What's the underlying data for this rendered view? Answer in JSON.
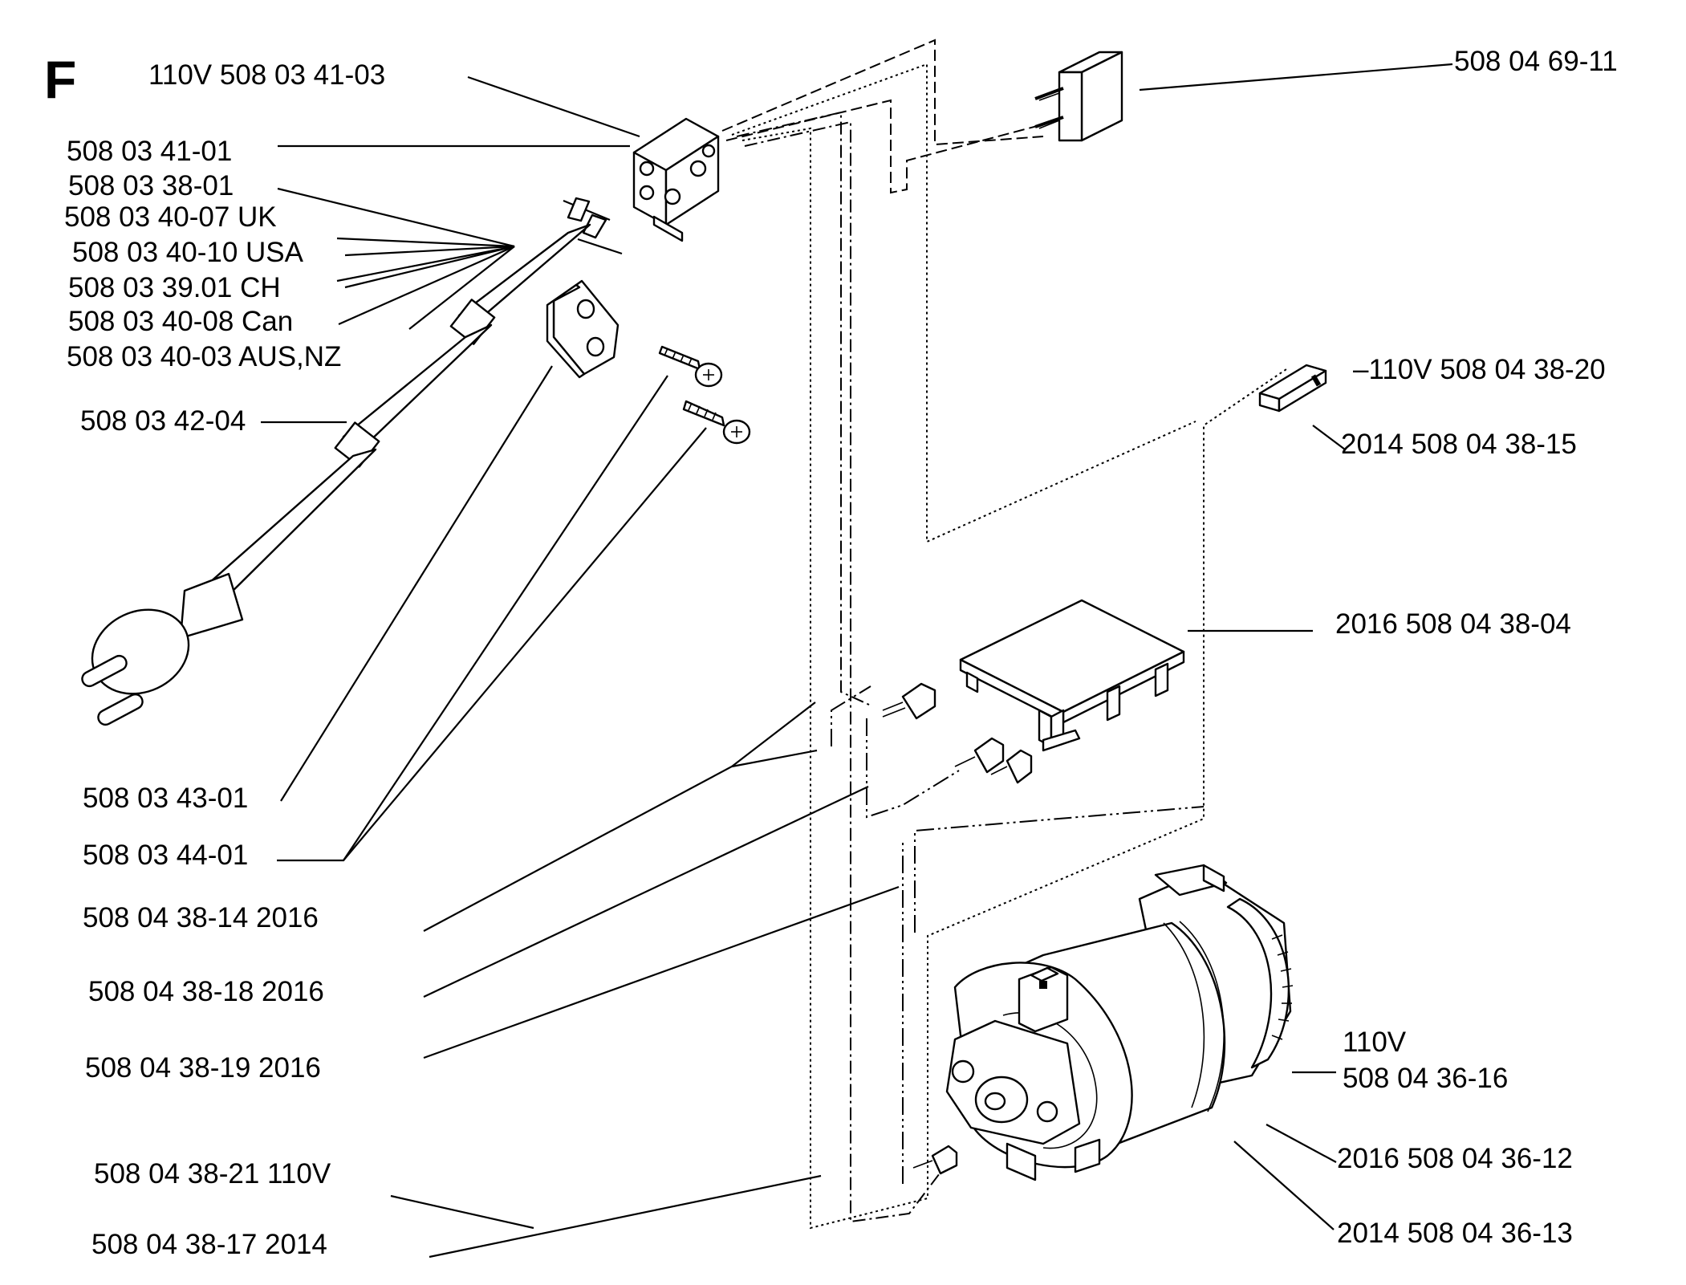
{
  "section_letter": "F",
  "labels": [
    {
      "id": "l01",
      "text": "110V  508 03 41-03"
    },
    {
      "id": "l02",
      "text": "508 03 41-01"
    },
    {
      "id": "l03",
      "text": "508 03 38-01"
    },
    {
      "id": "l04",
      "text": "508 03 40-07  UK"
    },
    {
      "id": "l05",
      "text": "508 03 40-10  USA"
    },
    {
      "id": "l06",
      "text": "508 03 39.01  CH"
    },
    {
      "id": "l07",
      "text": "508 03 40-08  Can"
    },
    {
      "id": "l08",
      "text": "508 03 40-03  AUS,NZ"
    },
    {
      "id": "l09",
      "text": "508 03 42-04"
    },
    {
      "id": "l10",
      "text": "508 03 43-01"
    },
    {
      "id": "l11",
      "text": "508 03 44-01"
    },
    {
      "id": "l12",
      "text": "508 04 38-14  2016"
    },
    {
      "id": "l13",
      "text": "508 04 38-18  2016"
    },
    {
      "id": "l14",
      "text": "508 04 38-19  2016"
    },
    {
      "id": "l15",
      "text": "508 04 38-21  110V"
    },
    {
      "id": "l16",
      "text": "508 04 38-17  2014"
    },
    {
      "id": "r01",
      "text": "508 04 69-11"
    },
    {
      "id": "r02",
      "text": "–110V  508 04 38-20"
    },
    {
      "id": "r03",
      "text": "2014  508 04 38-15"
    },
    {
      "id": "r04",
      "text": "2016  508 04 38-04"
    },
    {
      "id": "r05a",
      "text": "110V"
    },
    {
      "id": "r05b",
      "text": "508 04 36-16"
    },
    {
      "id": "r06",
      "text": "2016  508 04 36-12"
    },
    {
      "id": "r07",
      "text": "2014  508 04 36-13"
    }
  ]
}
